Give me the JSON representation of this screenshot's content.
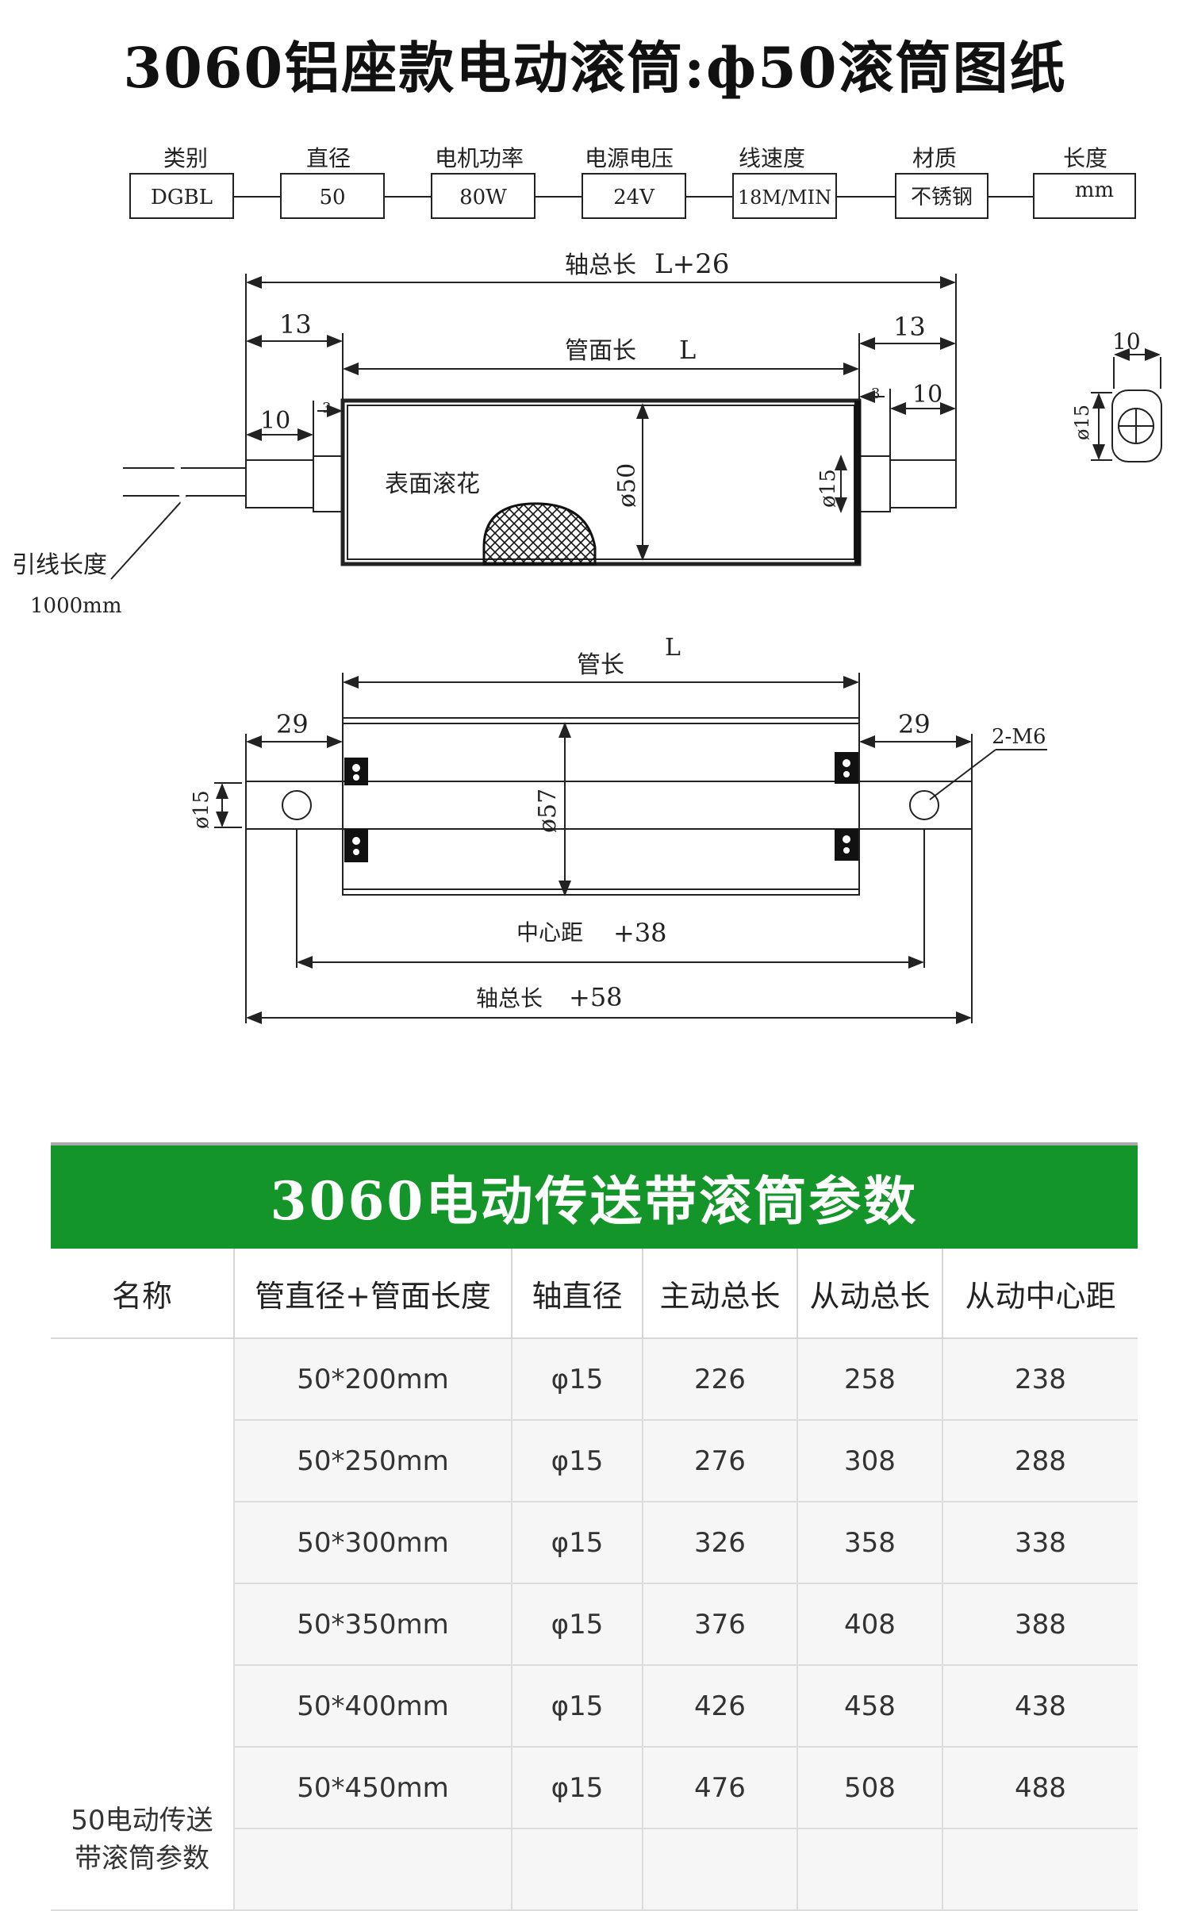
{
  "title": "3060铝座款电动滚筒:ф50滚筒图纸",
  "specs": [
    {
      "label": "类别",
      "value": "DGBL"
    },
    {
      "label": "直径",
      "value": "50"
    },
    {
      "label": "电机功率",
      "value": "80W"
    },
    {
      "label": "电源电压",
      "value": "24V"
    },
    {
      "label": "线速度",
      "value": "18M/MIN"
    },
    {
      "label": "材质",
      "value": "不锈钢"
    },
    {
      "label": "长度",
      "value": "mm"
    }
  ],
  "drawing1": {
    "shaft_total_label": "轴总长",
    "shaft_total_value": "L+26",
    "tube_face_label": "管面长",
    "tube_face_value": "L",
    "dim_13_left": "13",
    "dim_13_right": "13",
    "dim_10_left": "10",
    "dim_10_right": "10",
    "dim_3_left": "3",
    "dim_3_right": "3",
    "dia_50": "ø50",
    "dia_15": "ø15",
    "knurl": "表面滚花",
    "lead_label": "引线长度",
    "lead_value": "1000mm",
    "side_10": "10",
    "side_15": "ø15"
  },
  "drawing2": {
    "tube_len_label": "管长",
    "tube_len_value": "L",
    "dim_29_left": "29",
    "dim_29_right": "29",
    "thread": "2-M6",
    "dia_15": "ø15",
    "dia_57": "ø57",
    "center_label": "中心距",
    "center_value": "+38",
    "shaft_total_label": "轴总长",
    "shaft_total_value": "+58"
  },
  "table": {
    "title": "3060电动传送带滚筒参数",
    "columns": [
      "名称",
      "管直径+管面长度",
      "轴直径",
      "主动总长",
      "从动总长",
      "从动中心距"
    ],
    "group_name_line1": "50电动传送",
    "group_name_line2": "带滚筒参数",
    "rows": [
      [
        "50*200mm",
        "φ15",
        "226",
        "258",
        "238"
      ],
      [
        "50*250mm",
        "φ15",
        "276",
        "308",
        "288"
      ],
      [
        "50*300mm",
        "φ15",
        "326",
        "358",
        "338"
      ],
      [
        "50*350mm",
        "φ15",
        "376",
        "408",
        "388"
      ],
      [
        "50*400mm",
        "φ15",
        "426",
        "458",
        "438"
      ],
      [
        "50*450mm",
        "φ15",
        "476",
        "508",
        "488"
      ]
    ]
  },
  "colors": {
    "accent": "#14952a",
    "line": "#222222"
  }
}
